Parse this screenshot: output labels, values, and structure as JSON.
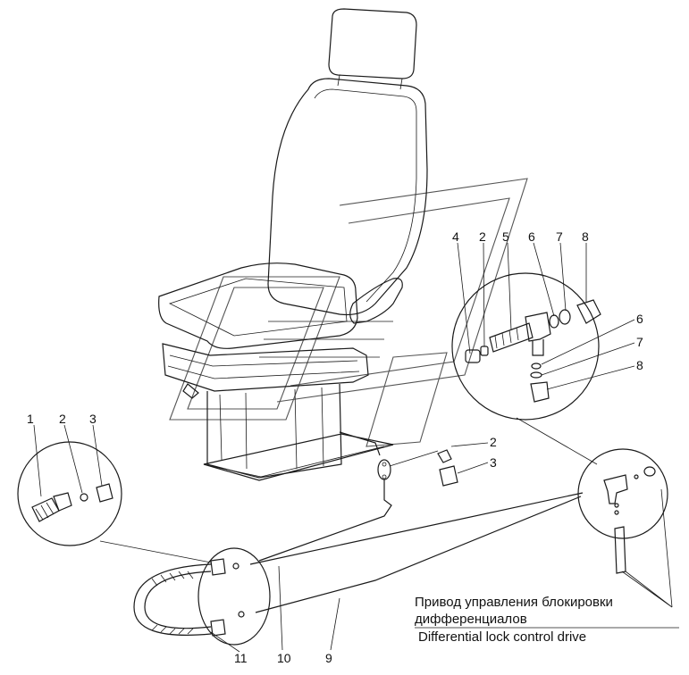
{
  "callouts": {
    "top_right": [
      "4",
      "2",
      "5",
      "6",
      "7",
      "8"
    ],
    "top_right_side": [
      "6",
      "7",
      "8"
    ],
    "middle_small": [
      "2",
      "3"
    ],
    "left_detail": [
      "1",
      "2",
      "3"
    ],
    "bottom": [
      "11",
      "10",
      "9"
    ]
  },
  "caption": {
    "line1": "Привод управления блокировки",
    "line2": "дифференциалов",
    "line3": "Differential lock control drive"
  }
}
